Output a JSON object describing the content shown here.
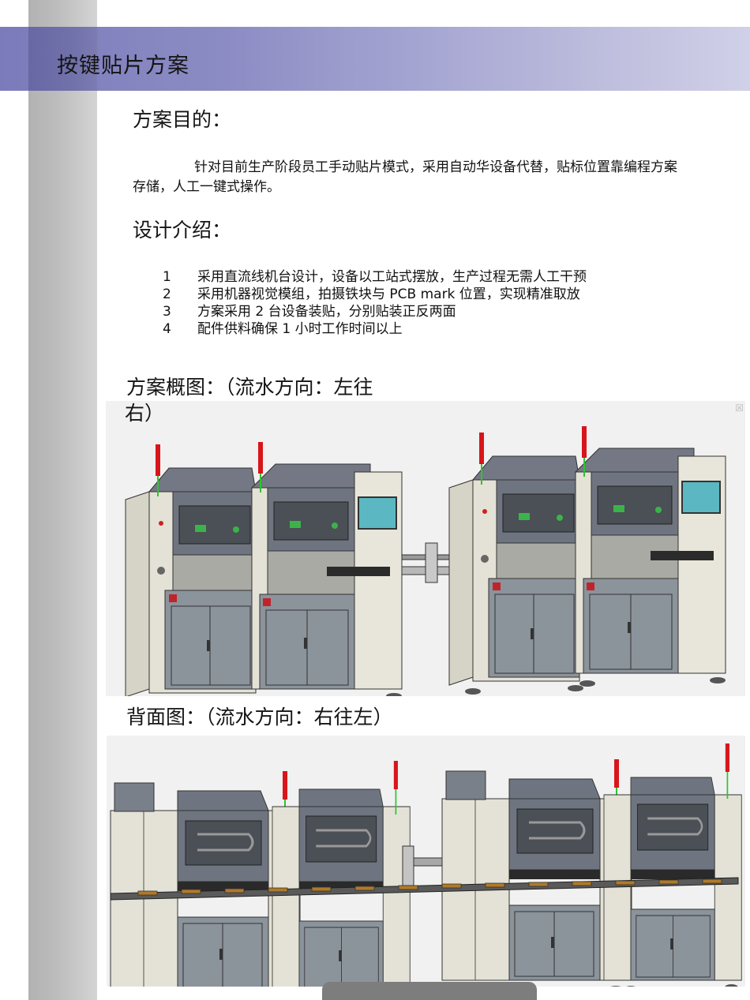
{
  "header": {
    "title": "按键贴片方案",
    "band_color_start": "#7b7bbb",
    "band_color_end": "#d0d0e8"
  },
  "purpose": {
    "heading": "方案目的：",
    "body": "针对目前生产阶段员工手动贴片模式，采用自动华设备代替，贴标位置靠编程方案存储，人工一键式操作。"
  },
  "design": {
    "heading": "设计介绍：",
    "items": [
      {
        "num": "1",
        "text": "采用直流线机台设计，设备以工站式摆放，生产过程无需人工干预"
      },
      {
        "num": "2",
        "text": "采用机器视觉模组，拍摄铁块与 PCB mark 位置，实现精准取放"
      },
      {
        "num": "3",
        "text": "方案采用 2 台设备装贴，分别贴装正反两面"
      },
      {
        "num": "4",
        "text": "配件供料确保 1 小时工作时间以上"
      }
    ]
  },
  "figures": {
    "overview": {
      "caption_line1": "方案概图：（流水方向：左往",
      "caption_line2": "右）",
      "corner_icon": "resize-icon",
      "corner_glyph": "☒"
    },
    "back": {
      "caption": "背面图：（流水方向：右往左）"
    }
  },
  "colors": {
    "machine_body": "#e2e0d4",
    "machine_panel": "#6f7580",
    "cabinet": "#8b939b",
    "screen": "#5bb8c2",
    "tower_red": "#d8151b",
    "tower_green": "#2ec42e",
    "figure_bg": "#f1f1f1"
  }
}
